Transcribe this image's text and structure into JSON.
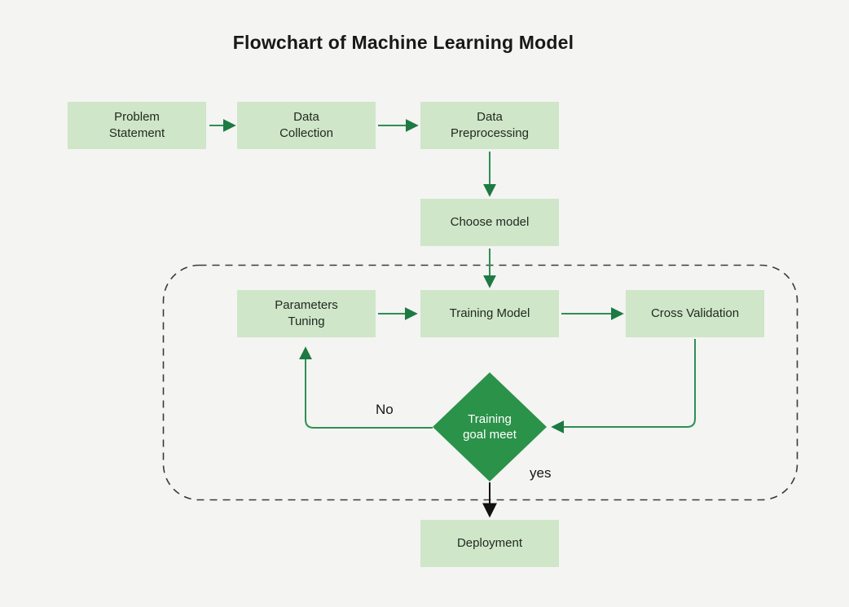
{
  "title": "Flowchart of Machine Learning Model",
  "nodes": {
    "problem_statement": {
      "label": "Problem\nStatement"
    },
    "data_collection": {
      "label": "Data\nCollection"
    },
    "data_preprocessing": {
      "label": "Data\nPreprocessing"
    },
    "choose_model": {
      "label": "Choose model"
    },
    "parameters_tuning": {
      "label": "Parameters\nTuning"
    },
    "training_model": {
      "label": "Training Model"
    },
    "cross_validation": {
      "label": "Cross Validation"
    },
    "deployment": {
      "label": "Deployment"
    }
  },
  "decision": {
    "label": "Training\ngoal meet"
  },
  "edge_labels": {
    "no": "No",
    "yes": "yes"
  },
  "colors": {
    "background": "#f4f4f2",
    "node_fill": "#cfe6c8",
    "node_text": "#222a22",
    "decision_fill": "#2b9249",
    "decision_text": "#ffffff",
    "arrow_green": "#2e8f55",
    "arrowhead_green": "#1d7a42",
    "arrow_black": "#111111",
    "loop_boundary": "#3a3a3a",
    "title_text": "#181818"
  }
}
